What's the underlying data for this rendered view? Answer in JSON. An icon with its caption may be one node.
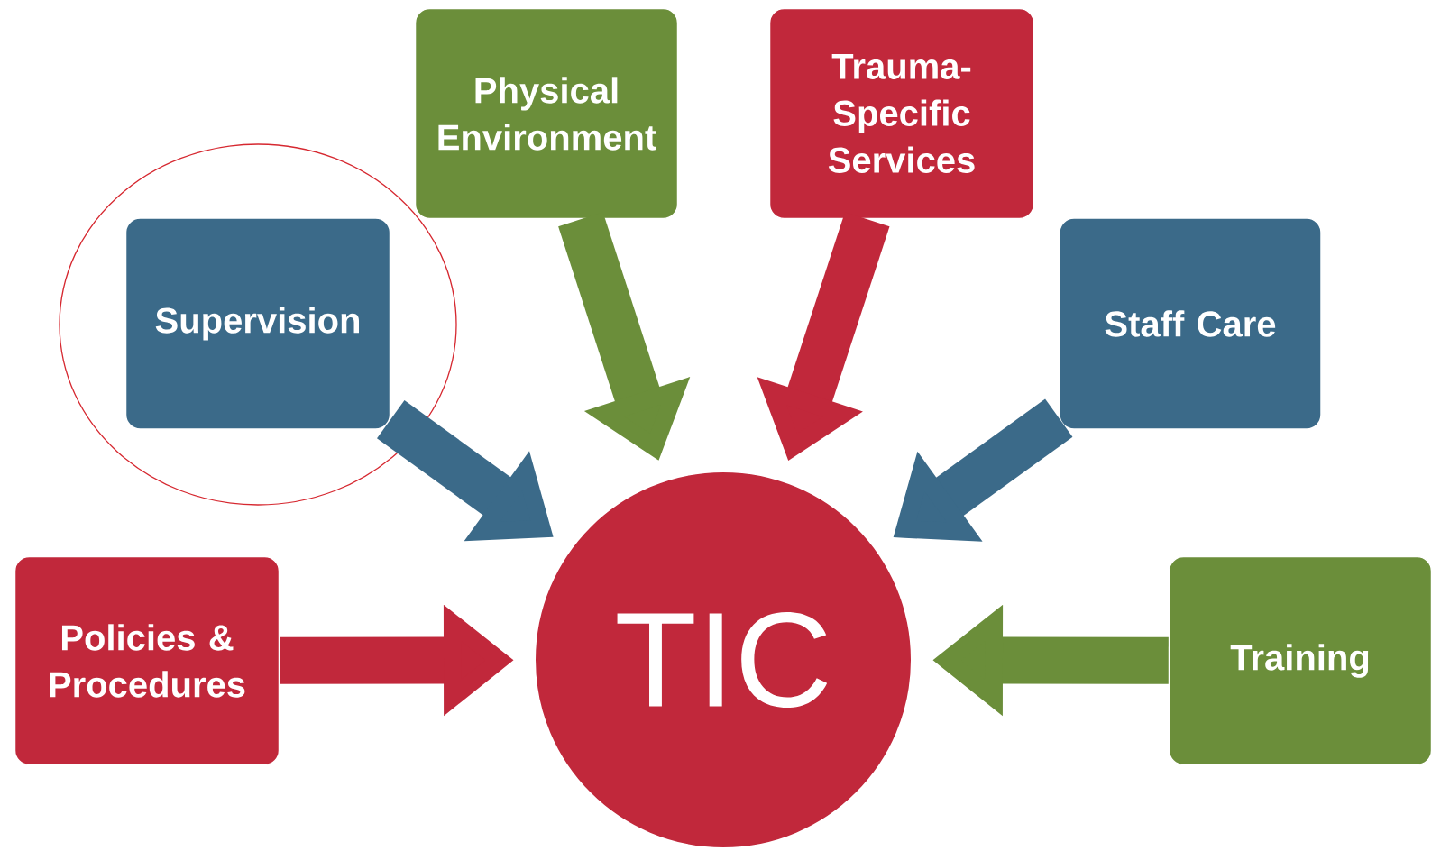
{
  "diagram": {
    "nodes": [
      {
        "text": [
          "Supervision"
        ]
      },
      {
        "text": [
          "Physical Environment"
        ]
      },
      {
        "text": [
          "Trauma-Specific Services"
        ]
      },
      {
        "text": [
          "Staff Care"
        ]
      },
      {
        "text": [
          "Policies & Procedures"
        ]
      },
      {
        "text": [
          "TIC"
        ]
      },
      {
        "text": [
          "Training"
        ]
      }
    ],
    "edges": [
      {
        "from": 0,
        "to": 5,
        "arrow": "to",
        "color": "#3b6a89"
      },
      {
        "from": 1,
        "to": 5,
        "arrow": "to",
        "color": "#6b8e3a"
      },
      {
        "from": 2,
        "to": 5,
        "arrow": "to",
        "color": "#c1283b"
      },
      {
        "from": 3,
        "to": 5,
        "arrow": "to",
        "color": "#3b6a89"
      },
      {
        "from": 4,
        "to": 5,
        "arrow": "to",
        "color": "#c1283b"
      },
      {
        "from": 6,
        "to": 5,
        "arrow": "to",
        "color": "#6b8e3a"
      }
    ]
  }
}
